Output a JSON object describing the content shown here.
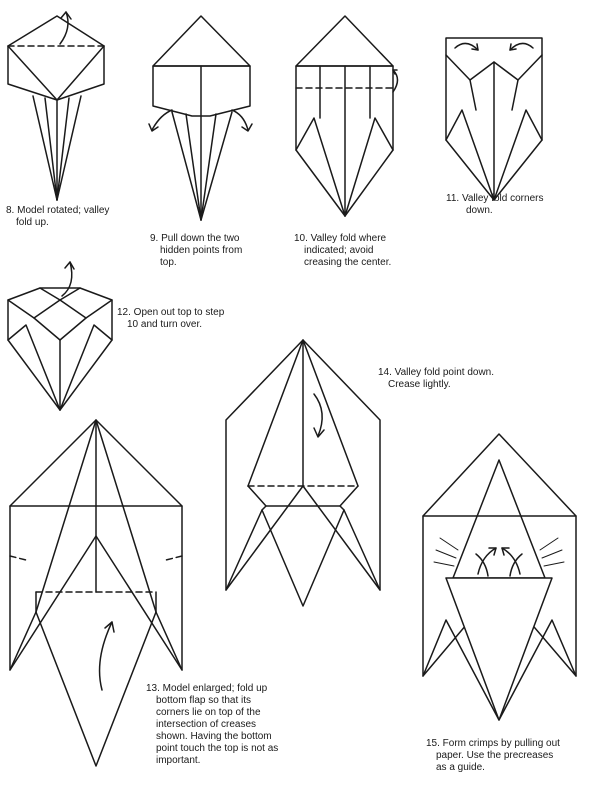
{
  "steps": [
    {
      "id": "8",
      "lines": [
        "8. Model rotated; valley",
        "fold up."
      ]
    },
    {
      "id": "9",
      "lines": [
        "9. Pull down the two",
        "hidden points from",
        "top."
      ]
    },
    {
      "id": "10",
      "lines": [
        "10. Valley fold where",
        "indicated; avoid",
        "creasing the center."
      ]
    },
    {
      "id": "11",
      "lines": [
        "11. Valley fold corners",
        "down."
      ]
    },
    {
      "id": "12",
      "lines": [
        "12. Open out top to step",
        "10 and turn over."
      ]
    },
    {
      "id": "14",
      "lines": [
        "14. Valley fold point down.",
        "Crease lightly."
      ]
    },
    {
      "id": "13",
      "lines": [
        "13. Model enlarged; fold up",
        "bottom flap so that its",
        "corners lie on top of the",
        "intersection of creases",
        "shown.  Having the bottom",
        "point touch the top is not as",
        "important."
      ]
    },
    {
      "id": "15",
      "lines": [
        "15. Form crimps by pulling out",
        "paper. Use the precreases",
        "as a guide."
      ]
    }
  ],
  "diagrams": [
    {
      "name": "step-8-diagram",
      "arrows": [
        "valley-fold-up-arrow"
      ]
    },
    {
      "name": "step-9-diagram",
      "arrows": [
        "pull-down-left-arrow",
        "pull-down-right-arrow"
      ]
    },
    {
      "name": "step-10-diagram",
      "arrows": [
        "valley-fold-arrow"
      ]
    },
    {
      "name": "step-11-diagram",
      "arrows": [
        "fold-corner-left-arrow",
        "fold-corner-right-arrow"
      ]
    },
    {
      "name": "step-12-diagram",
      "arrows": [
        "open-out-arrow"
      ]
    },
    {
      "name": "step-13-diagram",
      "arrows": [
        "fold-up-arrow"
      ]
    },
    {
      "name": "step-14-diagram",
      "arrows": [
        "valley-fold-down-arrow"
      ]
    },
    {
      "name": "step-15-diagram",
      "arrows": [
        "crimp-arrows"
      ]
    }
  ]
}
